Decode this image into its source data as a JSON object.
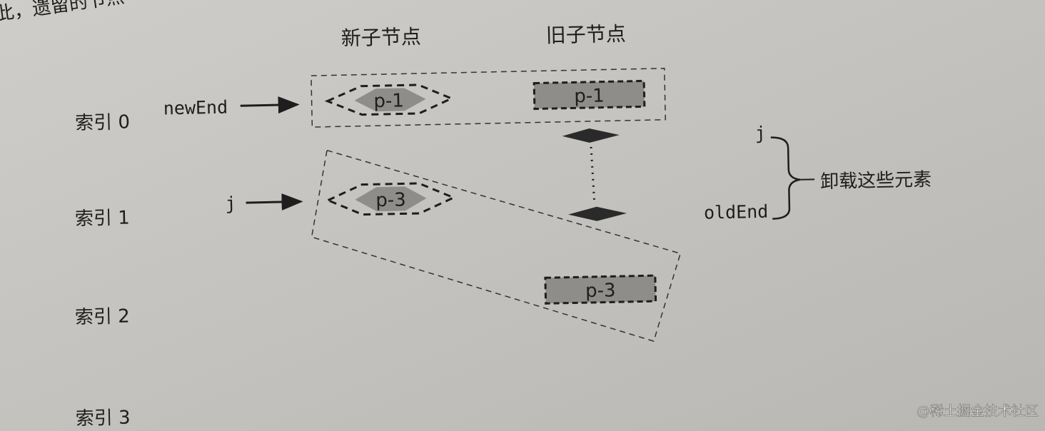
{
  "caption_fragment": "此，遗留的节点",
  "headers": {
    "new_children": "新子节点",
    "old_children": "旧子节点"
  },
  "indices": [
    "索引 0",
    "索引 1",
    "索引 2",
    "索引 3"
  ],
  "pointers": {
    "new_end": "newEnd",
    "j_left": "j",
    "j_right": "j",
    "old_end": "oldEnd"
  },
  "new_nodes": [
    "p-1",
    "p-3"
  ],
  "old_nodes": [
    "p-1",
    "p-3"
  ],
  "annotation": "卸载这些元素",
  "watermark": "@稀土掘金技术社区",
  "colors": {
    "background": "#c4c2be",
    "ink": "#1e1e1e",
    "node_fill": "#8f8d8a"
  }
}
